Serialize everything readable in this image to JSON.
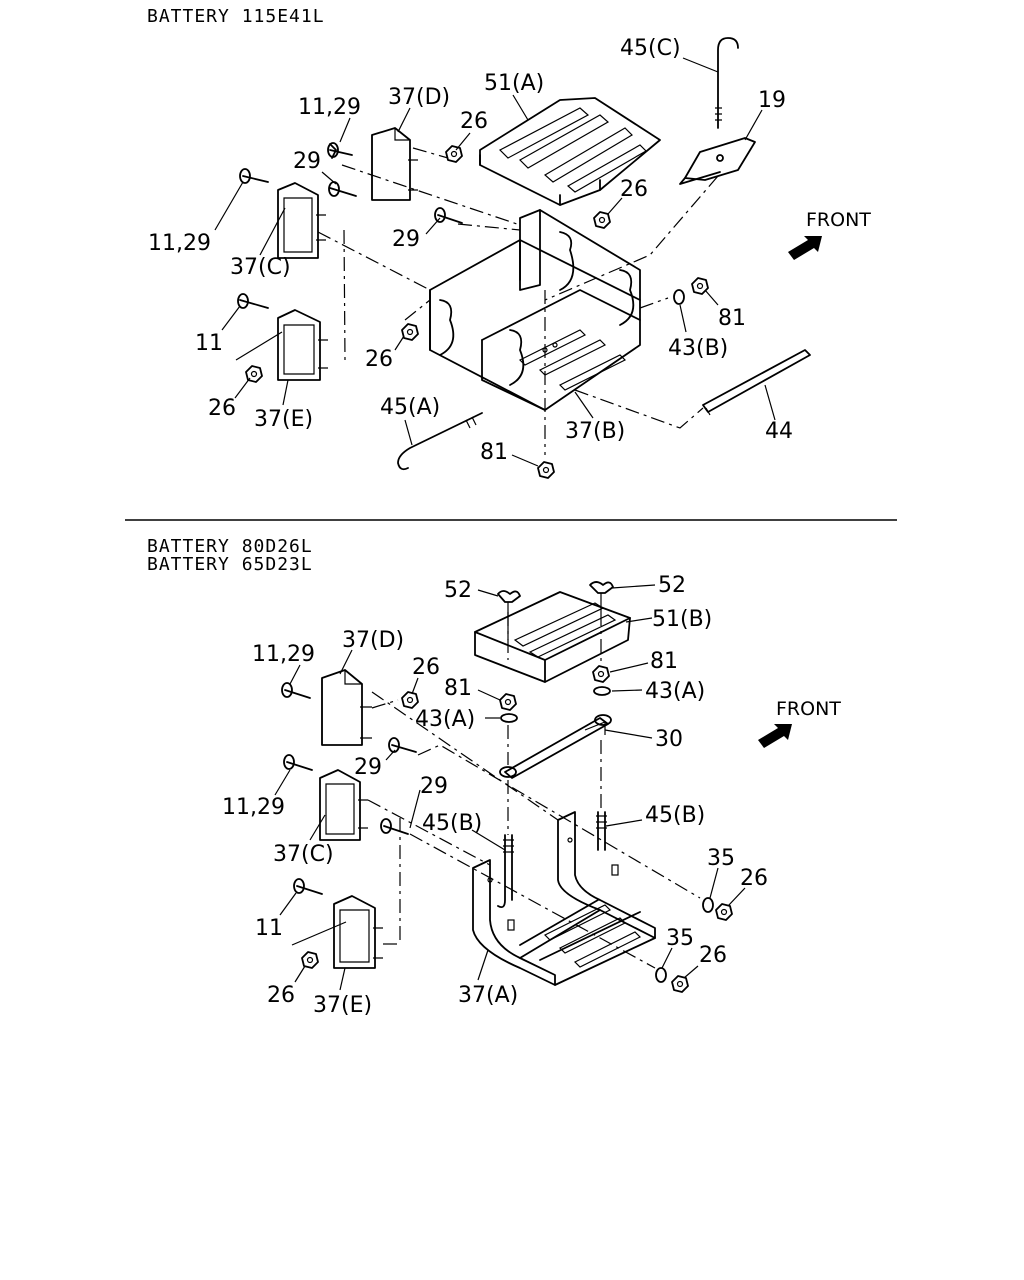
{
  "sections": [
    {
      "headers": [
        "BATTERY 115E41L"
      ],
      "front_label": "FRONT",
      "callouts": [
        "45(C)",
        "51(A)",
        "19",
        "37(D)",
        "11,29",
        "26",
        "29",
        "26",
        "29",
        "11,29",
        "37(C)",
        "81",
        "43(B)",
        "11",
        "26",
        "26",
        "37(E)",
        "45(A)",
        "37(B)",
        "44",
        "81"
      ]
    },
    {
      "headers": [
        "BATTERY 80D26L",
        "BATTERY 65D23L"
      ],
      "front_label": "FRONT",
      "callouts": [
        "52",
        "52",
        "51(B)",
        "37(D)",
        "11,29",
        "26",
        "81",
        "81",
        "43(A)",
        "43(A)",
        "30",
        "29",
        "11,29",
        "29",
        "45(B)",
        "45(B)",
        "37(C)",
        "35",
        "26",
        "11",
        "35",
        "26",
        "26",
        "37(E)",
        "37(A)"
      ]
    }
  ]
}
